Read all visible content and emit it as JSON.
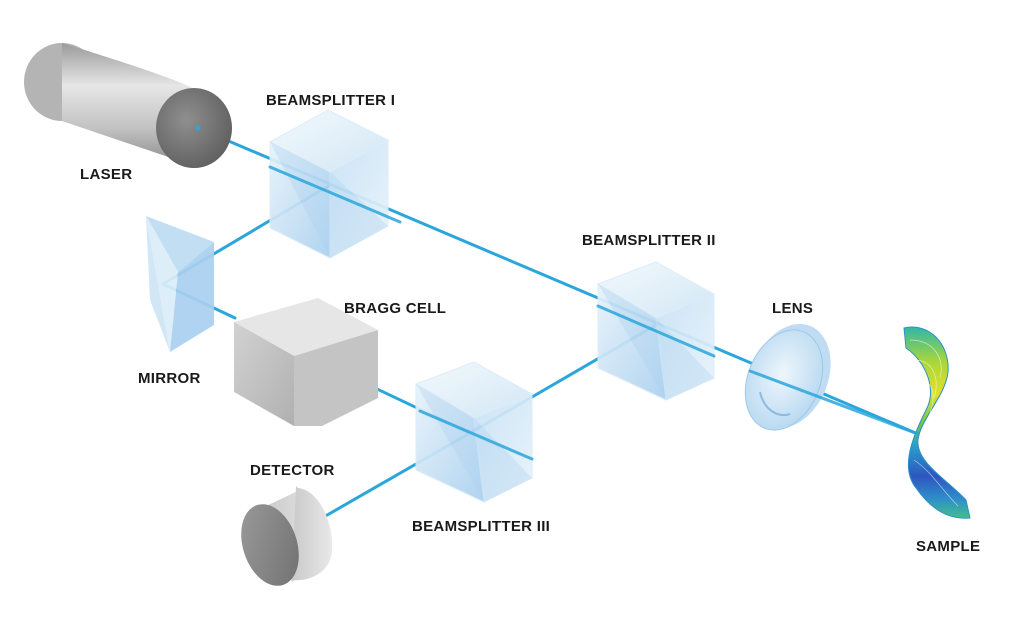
{
  "labels": {
    "laser": "LASER",
    "beamsplitter_1": "BEAMSPLITTER I",
    "beamsplitter_2": "BEAMSPLITTER II",
    "beamsplitter_3": "BEAMSPLITTER III",
    "mirror": "MIRROR",
    "bragg_cell": "BRAGG CELL",
    "lens": "LENS",
    "detector": "DETECTOR",
    "sample": "SAMPLE"
  },
  "colors": {
    "beam": "#2aa6dc",
    "cube_tint": "#cfe6f6",
    "grey_body": "#bdbdbd"
  }
}
